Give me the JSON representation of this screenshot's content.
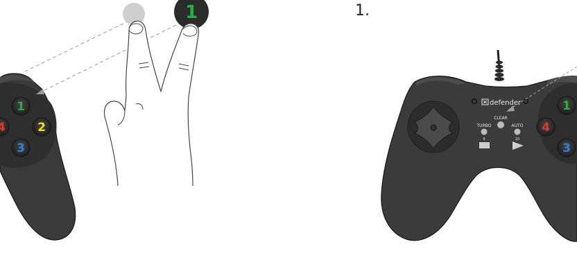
{
  "step_label": "1.",
  "brand": "defender",
  "labels": {
    "clear": "CLEAR",
    "turbo": "TURBO",
    "auto": "AUTO",
    "turbo_num": "9",
    "auto_num": "10"
  },
  "left_pad_buttons": {
    "top": "1",
    "right": "2",
    "bottom": "3",
    "left": "4"
  },
  "hand_highlight": "1",
  "right_pad_buttons": {
    "top": "1",
    "left": "4",
    "bottom": "3"
  },
  "colors": {
    "green": "#2ca84a",
    "yellow": "#f0e01c",
    "blue": "#2f7fd6",
    "red": "#d63a2a",
    "body": "#3b3b3b",
    "body_dark": "#2a2a2a"
  }
}
